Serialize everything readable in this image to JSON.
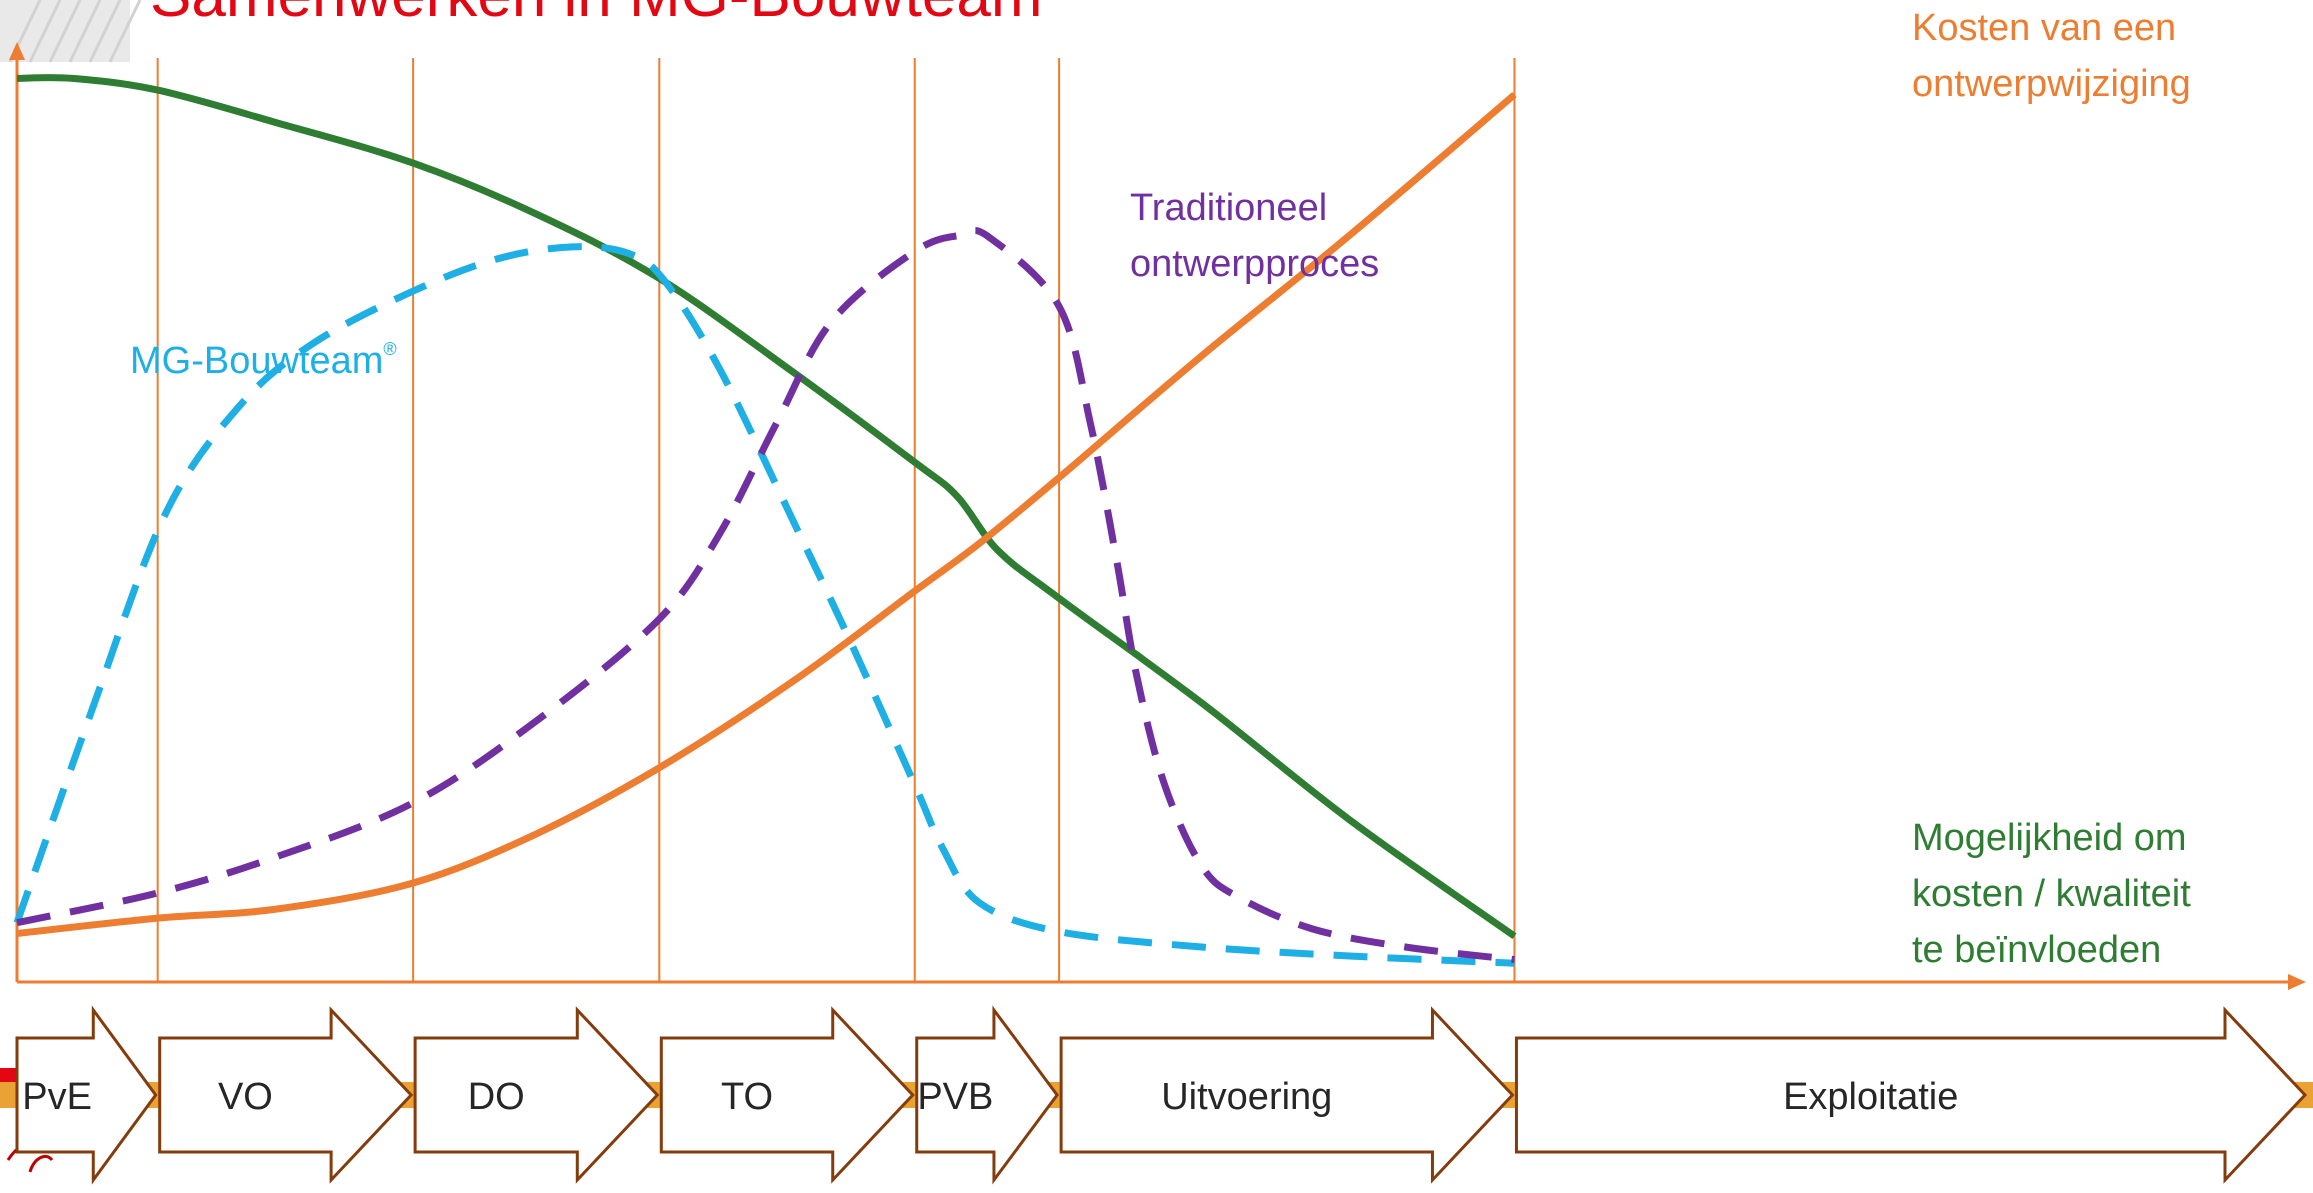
{
  "slide": {
    "title": "Samenwerken in MG-Bouwteam",
    "title_color": "#e30613"
  },
  "chart_data": {
    "type": "line",
    "title": "",
    "xlabel": "",
    "ylabel": "",
    "xlim": [
      0,
      100
    ],
    "ylim": [
      0,
      100
    ],
    "grid": false,
    "axis_color": "#ed7d31",
    "phase_boundaries": [
      7.6,
      21.4,
      34.7,
      48.5,
      56.3,
      80.9
    ],
    "series": [
      {
        "name": "Kosten van een ontwerpwijziging",
        "color": "#ed7d31",
        "style": "solid",
        "label_lines": [
          "Kosten van een",
          "ontwerpwijziging"
        ],
        "x": [
          0,
          7.6,
          14,
          21.4,
          28,
          34.7,
          42,
          48.5,
          52,
          56.3,
          64,
          72,
          80.9
        ],
        "y": [
          3.5,
          5.2,
          6.2,
          9.1,
          14.5,
          21.9,
          31.6,
          41.5,
          46.8,
          54.1,
          67.6,
          81.0,
          96.6
        ]
      },
      {
        "name": "Mogelijkheid om kosten / kwaliteit te beïnvloeden",
        "color": "#2e7d32",
        "style": "solid",
        "label_lines": [
          "Mogelijkheid om",
          "kosten / kwaliteit",
          "te beïnvloeden"
        ],
        "x": [
          0,
          3,
          7.6,
          14,
          21.4,
          28,
          34.7,
          42,
          48.5,
          50.8,
          53,
          56.3,
          64,
          72,
          80.9
        ],
        "y": [
          98.4,
          98.4,
          97.1,
          93.5,
          89.0,
          83.4,
          76.2,
          65.7,
          55.8,
          52.0,
          46.0,
          40.7,
          29.1,
          16.1,
          3.2
        ]
      },
      {
        "name": "MG-Bouwteam®",
        "color": "#1eafe4",
        "style": "dashed",
        "label_lines": [
          "MG-Bouwteam"
        ],
        "label_superscript": "®",
        "x": [
          0,
          4,
          8,
          12,
          16,
          21.4,
          26,
          30,
          33,
          35,
          38,
          42,
          45,
          48.5,
          50,
          52,
          56.3,
          64,
          72,
          80.9
        ],
        "y": [
          4.7,
          28,
          50,
          62,
          69,
          74.8,
          78.4,
          79.7,
          79.0,
          75.9,
          66,
          49,
          36,
          20.0,
          13,
          6.9,
          3.7,
          2.0,
          1.0,
          0.2
        ]
      },
      {
        "name": "Traditioneel ontwerpproces",
        "color": "#7030a0",
        "style": "dashed",
        "label_lines": [
          "Traditioneel",
          "ontwerpproces"
        ],
        "x": [
          0,
          7.6,
          14,
          21.4,
          28,
          34.7,
          38,
          41,
          44,
          48.5,
          51,
          52.5,
          56.3,
          58,
          59.4,
          60.5,
          62,
          64,
          66,
          70,
          75,
          80.9
        ],
        "y": [
          4.7,
          8.0,
          12.0,
          18.0,
          27.0,
          38.4,
          48.0,
          60.0,
          71.4,
          79.2,
          81.0,
          80.8,
          73.1,
          60.0,
          45.0,
          32.0,
          20.0,
          11.0,
          7.5,
          4.0,
          2.0,
          0.6
        ]
      }
    ],
    "phases": [
      "PvE",
      "VO",
      "DO",
      "TO",
      "PVB",
      "Uitvoering",
      "Exploitatie"
    ]
  }
}
